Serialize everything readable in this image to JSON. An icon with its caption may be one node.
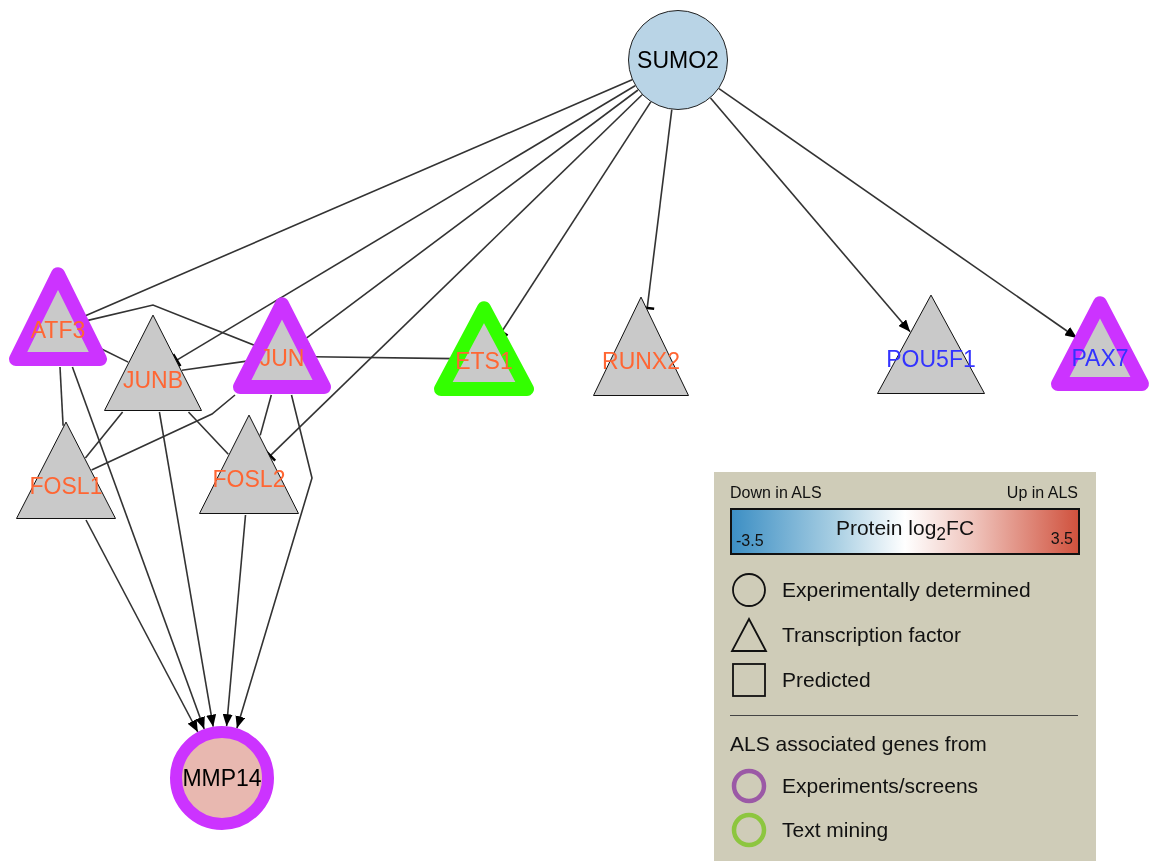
{
  "diagram": {
    "nodes": [
      {
        "text": [
          "SUMO2"
        ]
      },
      {
        "text": [
          "ATF3"
        ]
      },
      {
        "text": [
          "JUNB"
        ]
      },
      {
        "text": [
          "JUN"
        ]
      },
      {
        "text": [
          "ETS1"
        ]
      },
      {
        "text": [
          "RUNX2"
        ]
      },
      {
        "text": [
          "POU5F1"
        ]
      },
      {
        "text": [
          "PAX7"
        ]
      },
      {
        "text": [
          "FOSL1"
        ]
      },
      {
        "text": [
          "FOSL2"
        ]
      },
      {
        "text": [
          "MMP14"
        ]
      }
    ],
    "edges": [
      {
        "from": 0,
        "to": 1,
        "arrow": "other"
      },
      {
        "from": 0,
        "to": 2,
        "arrow": "other"
      },
      {
        "from": 0,
        "to": 3,
        "arrow": "other"
      },
      {
        "from": 0,
        "to": 9,
        "arrow": "other"
      },
      {
        "from": 0,
        "to": 4,
        "arrow": "other"
      },
      {
        "from": 0,
        "to": 5,
        "arrow": "other"
      },
      {
        "from": 0,
        "to": 6,
        "arrow": "to"
      },
      {
        "from": 0,
        "to": 7,
        "arrow": "to"
      },
      {
        "from": 1,
        "to": 3,
        "arrow": "none"
      },
      {
        "from": 1,
        "to": 2,
        "arrow": "none"
      },
      {
        "from": 2,
        "to": 3,
        "arrow": "none"
      },
      {
        "from": 3,
        "to": 4,
        "arrow": "none"
      },
      {
        "from": 1,
        "to": 8,
        "arrow": "none"
      },
      {
        "from": 2,
        "to": 8,
        "arrow": "none"
      },
      {
        "from": 3,
        "to": 8,
        "arrow": "none"
      },
      {
        "from": 2,
        "to": 9,
        "arrow": "none"
      },
      {
        "from": 3,
        "to": 9,
        "arrow": "none"
      },
      {
        "from": 1,
        "to": 10,
        "arrow": "to"
      },
      {
        "from": 2,
        "to": 10,
        "arrow": "to"
      },
      {
        "from": 8,
        "to": 10,
        "arrow": "to"
      },
      {
        "from": 3,
        "to": 10,
        "arrow": "to"
      },
      {
        "from": 9,
        "to": 10,
        "arrow": "to"
      }
    ],
    "labels": [
      "Down in ALS",
      "Up in ALS",
      "Protein log$_{2}$FC",
      "-3.5",
      "3.5",
      "ALS associated genes from"
    ],
    "legend": [
      {
        "text": "Experimentally determined"
      },
      {
        "text": "Transcription factor"
      },
      {
        "text": "Predicted"
      },
      {
        "text": "Experiments/screens",
        "color": "#9b59a6"
      },
      {
        "text": "Text mining",
        "color": "#8dc63f"
      }
    ]
  }
}
